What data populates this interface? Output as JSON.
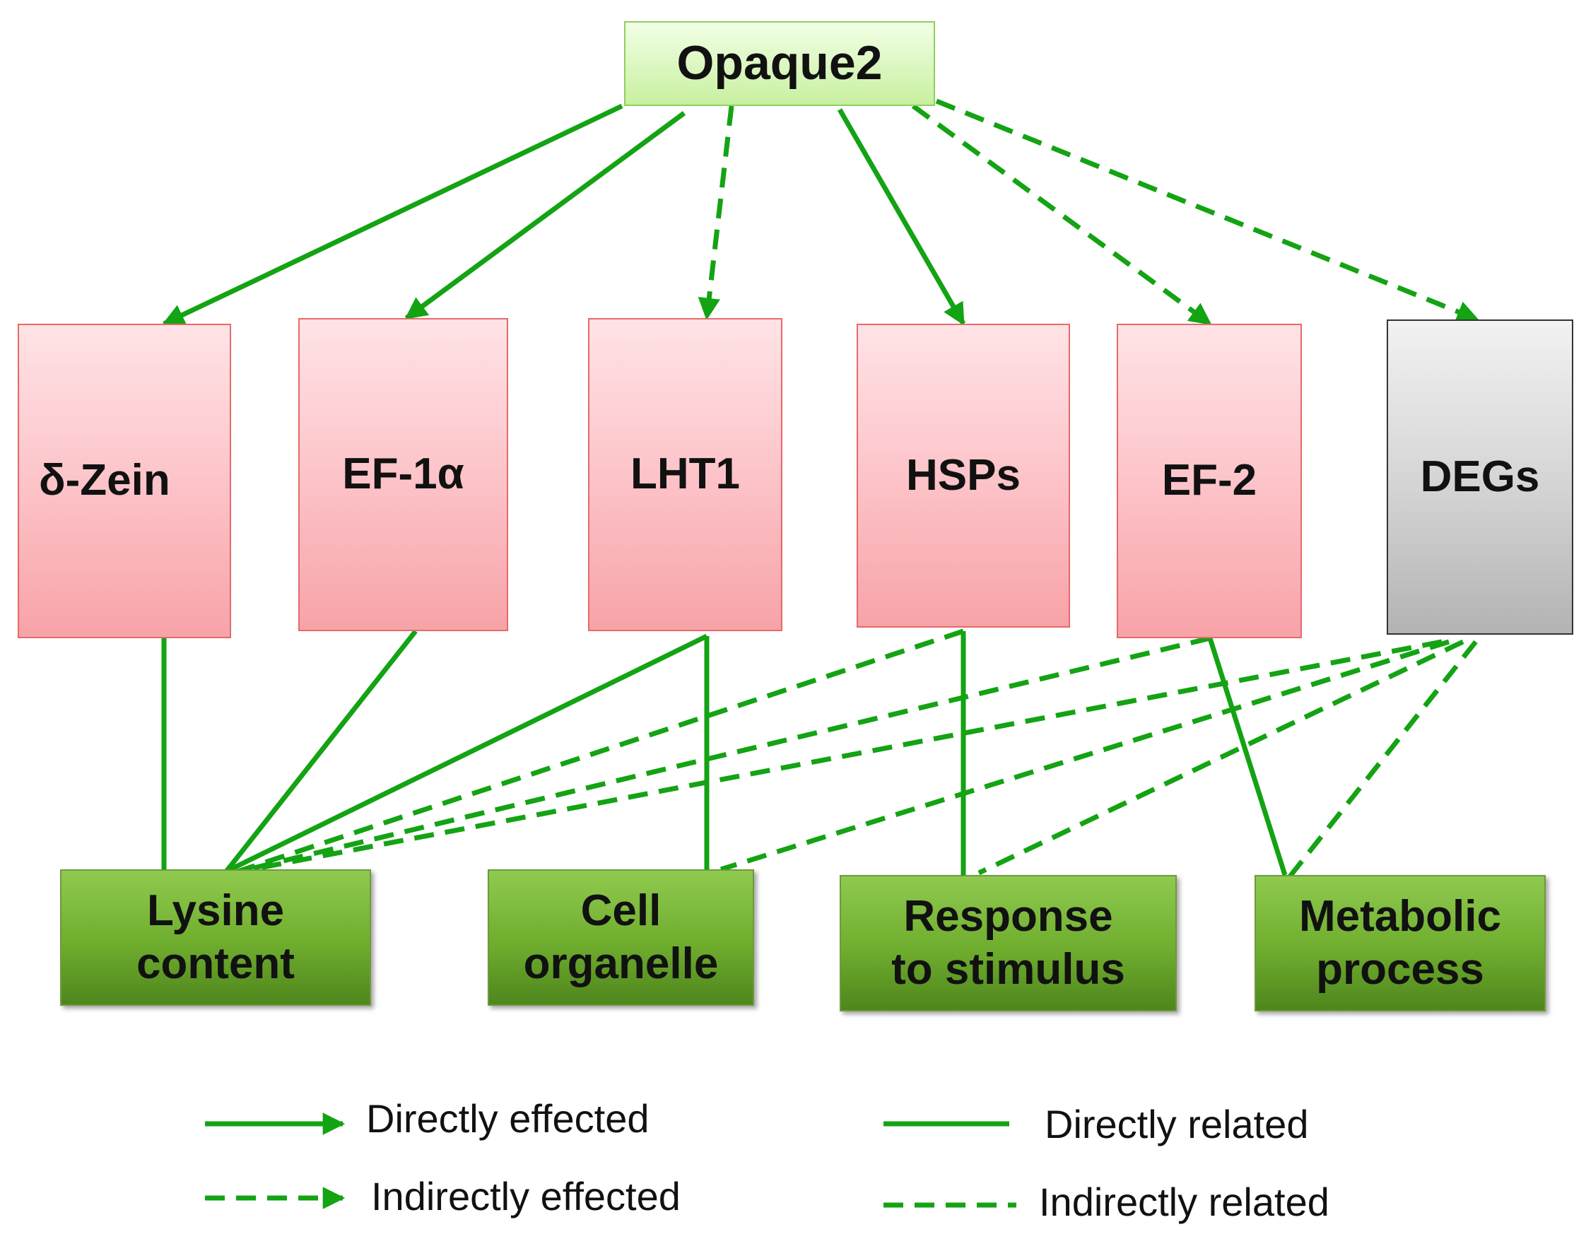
{
  "colors": {
    "edge": "#13a313",
    "gene_fill": "#fcc1c6",
    "gene_border": "#e56a6a",
    "degs_fill": "#d3d3d3",
    "category_fill": "#6fad2e",
    "top_fill": "#c8f0a0"
  },
  "nodes": {
    "opaque2": "Opaque2",
    "genes": [
      "δ-Zein",
      "EF-1α",
      "LHT1",
      "HSPs",
      "EF-2",
      "DEGs"
    ],
    "categories": [
      "Lysine\ncontent",
      "Cell\norganelle",
      "Response\nto stimulus",
      "Metabolic\nprocess"
    ]
  },
  "edges": [
    {
      "from": "Opaque2",
      "to": "δ-Zein",
      "style": "solid",
      "arrow": true
    },
    {
      "from": "Opaque2",
      "to": "EF-1α",
      "style": "solid",
      "arrow": true
    },
    {
      "from": "Opaque2",
      "to": "LHT1",
      "style": "dashed",
      "arrow": true
    },
    {
      "from": "Opaque2",
      "to": "HSPs",
      "style": "solid",
      "arrow": true
    },
    {
      "from": "Opaque2",
      "to": "EF-2",
      "style": "dashed",
      "arrow": true
    },
    {
      "from": "Opaque2",
      "to": "DEGs",
      "style": "dashed",
      "arrow": true
    },
    {
      "from": "δ-Zein",
      "to": "Lysine content",
      "style": "solid",
      "arrow": false
    },
    {
      "from": "EF-1α",
      "to": "Lysine content",
      "style": "solid",
      "arrow": false
    },
    {
      "from": "LHT1",
      "to": "Lysine content",
      "style": "solid",
      "arrow": false
    },
    {
      "from": "LHT1",
      "to": "Cell organelle",
      "style": "solid",
      "arrow": false
    },
    {
      "from": "HSPs",
      "to": "Response to stimulus",
      "style": "solid",
      "arrow": false
    },
    {
      "from": "EF-2",
      "to": "Metabolic process",
      "style": "solid",
      "arrow": false
    },
    {
      "from": "HSPs",
      "to": "Lysine content",
      "style": "dashed",
      "arrow": false
    },
    {
      "from": "EF-2",
      "to": "Lysine content",
      "style": "dashed",
      "arrow": false
    },
    {
      "from": "DEGs",
      "to": "Lysine content",
      "style": "dashed",
      "arrow": false
    },
    {
      "from": "DEGs",
      "to": "Cell organelle",
      "style": "dashed",
      "arrow": false
    },
    {
      "from": "DEGs",
      "to": "Response to stimulus",
      "style": "dashed",
      "arrow": false
    },
    {
      "from": "DEGs",
      "to": "Metabolic process",
      "style": "dashed",
      "arrow": false
    }
  ],
  "legend": {
    "directly_effected": "Directly effected",
    "indirectly_effected": "Indirectly effected",
    "directly_related": "Directly related",
    "indirectly_related": "Indirectly related"
  }
}
